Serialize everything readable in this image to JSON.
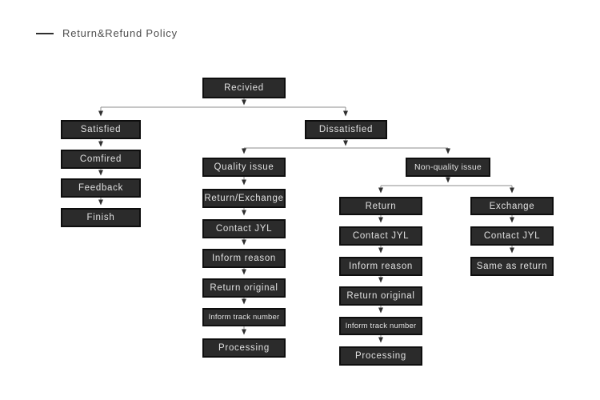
{
  "title": {
    "label": "Return&Refund Policy"
  },
  "colors": {
    "node_bg": "#2b2b2b",
    "node_border": "#0e0e0e",
    "node_text": "#e0e0e0",
    "connector": "#8c8c8c",
    "arrowhead": "#2f2f2f",
    "title_text": "#4d4d4d"
  },
  "nodes": {
    "received": "Recivied",
    "satisfied_column": [
      "Satisfied",
      "Comfired",
      "Feedback",
      "Finish"
    ],
    "dissatisfied": "Dissatisfied",
    "quality_column": [
      "Quality issue",
      "Return/Exchange",
      "Contact JYL",
      "Inform reason",
      "Return original",
      "Inform track number",
      "Processing"
    ],
    "non_quality": "Non-quality issue",
    "return_column": [
      "Return",
      "Contact JYL",
      "Inform reason",
      "Return original",
      "Inform track number",
      "Processing"
    ],
    "exchange_column": [
      "Exchange",
      "Contact JYL",
      "Same as return"
    ]
  }
}
